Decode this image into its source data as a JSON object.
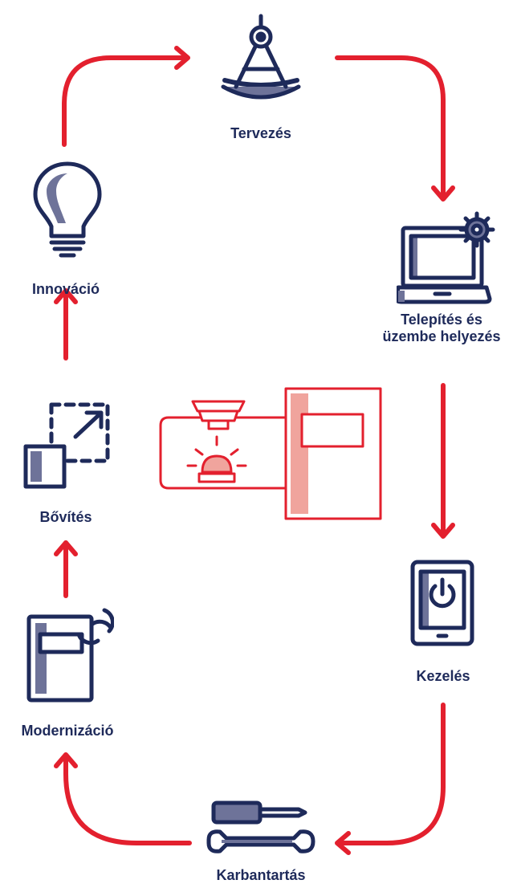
{
  "stages": {
    "tervezes": "Tervezés",
    "telepites_line1": "Telepítés és",
    "telepites_line2": "üzembe helyezés",
    "kezeles": "Kezelés",
    "karbantartas": "Karbantartás",
    "modernizacio": "Modernizáció",
    "bovites": "Bővítés",
    "innovacio": "Innováció"
  },
  "colors": {
    "navy": "#1e2a5a",
    "shade": "#6e7399",
    "red": "#e3202e",
    "pink": "#f0a49d"
  },
  "icons": [
    "compass-icon",
    "laptop-gear-icon",
    "tablet-power-icon",
    "tools-icon",
    "control-panel-refresh-icon",
    "expand-icon",
    "lightbulb-icon",
    "fire-alarm-system-icon"
  ]
}
